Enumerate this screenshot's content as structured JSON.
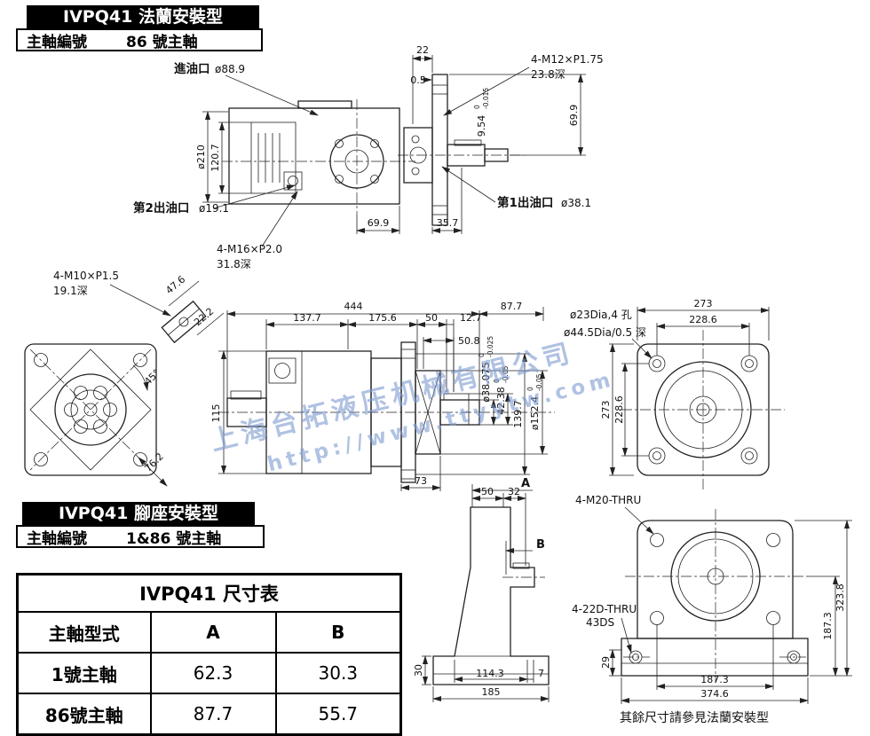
{
  "headers": {
    "flange": {
      "title": "IVPQ41 法蘭安裝型",
      "subtitle_label": "主軸編號",
      "subtitle_value": "86 號主軸"
    },
    "foot": {
      "title": "IVPQ41 腳座安裝型",
      "subtitle_label": "主軸編號",
      "subtitle_value": "1&86 號主軸"
    }
  },
  "watermark": {
    "line1": "上海台拓液压机械有限公司",
    "line2": "http://www.ttyytw.com"
  },
  "table": {
    "title": "IVPQ41 尺寸表",
    "columns": [
      "主軸型式",
      "A",
      "B"
    ],
    "rows": [
      {
        "type": "1號主軸",
        "a": "62.3",
        "b": "30.3"
      },
      {
        "type": "86號主軸",
        "a": "87.7",
        "b": "55.7"
      }
    ]
  },
  "flange_view": {
    "inlet_label": "進油口",
    "inlet_dia": "ø88.9",
    "d22": "22",
    "d05": "0.5",
    "m12": "4-M12×P1.75",
    "m12_depth": "23.8深",
    "d699_right": "69.9",
    "d954": "9.54",
    "d954_tol_top": "0",
    "d954_tol_bot": "-0.015",
    "d210": "ø210",
    "d1207": "120.7",
    "outlet2_label": "第2出油口",
    "outlet2_dia": "ø19.1",
    "m16": "4-M16×P2.0",
    "m16_depth": "31.8深",
    "d699_bottom": "69.9",
    "d357": "35.7",
    "outlet1_label": "第1出油口",
    "outlet1_dia": "ø38.1"
  },
  "port_detail": {
    "m10": "4-M10×P1.5",
    "m10_depth": "19.1深",
    "d476": "47.6",
    "d222": "22.2",
    "d45": "45°",
    "d762": "76.2"
  },
  "side_view": {
    "d444": "444",
    "d877": "87.7",
    "d1377": "137.7",
    "d1756": "175.6",
    "d50": "50",
    "d127": "12.7",
    "d508": "50.8",
    "d115": "115",
    "d38075": "ø38.075",
    "d38075_tol_top": "0",
    "d38075_tol_bot": "-0.025",
    "d4238": "42.38",
    "d4238_tol_top": "0",
    "d4238_tol_bot": "-0.05",
    "d1397": "139.7",
    "d1524": "ø152.4",
    "d1524_tol_top": "0",
    "d1524_tol_bot": "-0.05",
    "d73": "73"
  },
  "flange_front": {
    "hole_note": "ø23Dia,4 孔",
    "cbore_note": "ø44.5Dia/0.5 深",
    "d273_top": "273",
    "d2286_top": "228.6",
    "d273_left": "273",
    "d2286_left": "228.6"
  },
  "foot_side": {
    "dA": "A",
    "dB": "B",
    "d50": "50",
    "d32": "32",
    "d30": "30",
    "d1143": "114.3",
    "d7": "7",
    "d185": "185"
  },
  "foot_front": {
    "m20": "4-M20-THRU",
    "thru22": "4-22D-THRU",
    "ds43": "43DS",
    "d3238": "323.8",
    "d1873_right": "187.3",
    "d29": "29",
    "d1873_bottom": "187.3",
    "d3746": "374.6",
    "note": "其餘尺寸請參見法蘭安裝型"
  }
}
